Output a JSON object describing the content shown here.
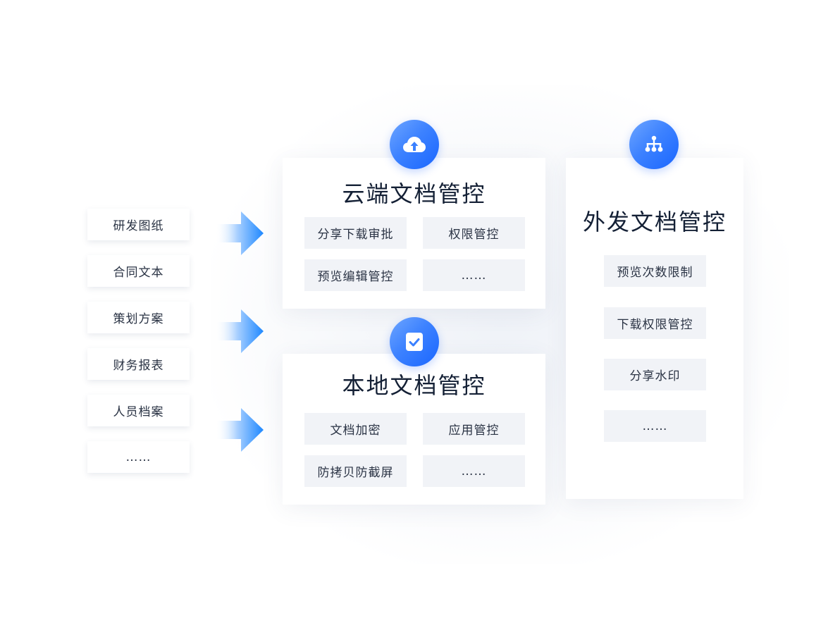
{
  "sources": {
    "items": [
      "研发图纸",
      "合同文本",
      "策划方案",
      "财务报表",
      "人员档案",
      "……"
    ]
  },
  "panels": {
    "cloud": {
      "title": "云端文档管控",
      "icon": "cloud-upload-icon",
      "features": [
        "分享下载审批",
        "权限管控",
        "预览编辑管控",
        "……"
      ]
    },
    "local": {
      "title": "本地文档管控",
      "icon": "checkbox-icon",
      "features": [
        "文档加密",
        "应用管控",
        "防拷贝防截屏",
        "……"
      ]
    },
    "external": {
      "title": "外发文档管控",
      "icon": "hierarchy-icon",
      "features": [
        "预览次数限制",
        "下载权限管控",
        "分享水印",
        "……"
      ]
    }
  },
  "colors": {
    "accent": "#1a66ff",
    "accent_light": "#6ea6ff",
    "feature_bg": "#f1f3f7",
    "text": "#142035"
  }
}
